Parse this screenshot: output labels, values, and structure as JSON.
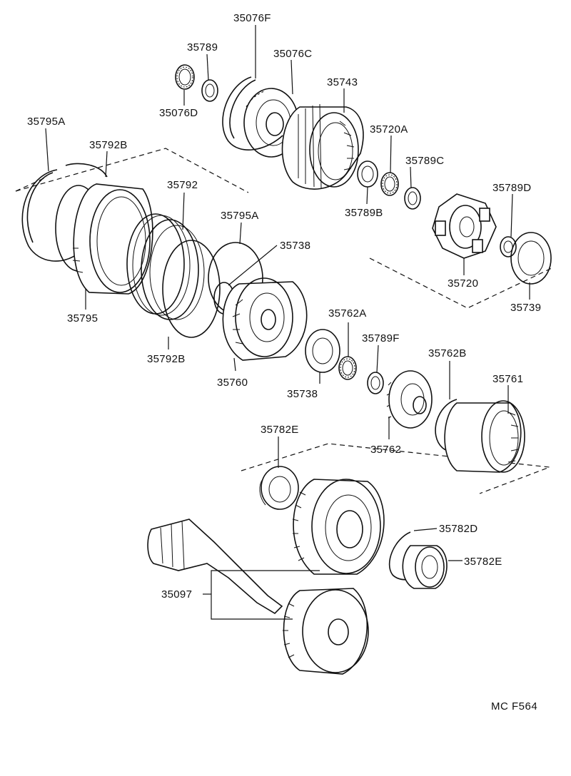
{
  "labels": {
    "p35076F": "35076F",
    "p35789": "35789",
    "p35076C": "35076C",
    "p35743": "35743",
    "p35076D": "35076D",
    "p35795A_top": "35795A",
    "p35792B_top": "35792B",
    "p35720A": "35720A",
    "p35789C": "35789C",
    "p35792": "35792",
    "p35789D": "35789D",
    "p35789B": "35789B",
    "p35795A_mid": "35795A",
    "p35738_top": "35738",
    "p35720": "35720",
    "p35739": "35739",
    "p35795": "35795",
    "p35762A": "35762A",
    "p35789F": "35789F",
    "p35792B_bot": "35792B",
    "p35762B": "35762B",
    "p35761": "35761",
    "p35760": "35760",
    "p35738_bot": "35738",
    "p35782E_top": "35782E",
    "p35762": "35762",
    "p35782D": "35782D",
    "p35782E_right": "35782E",
    "p35097": "35097"
  },
  "diagram_code": "MC F564"
}
